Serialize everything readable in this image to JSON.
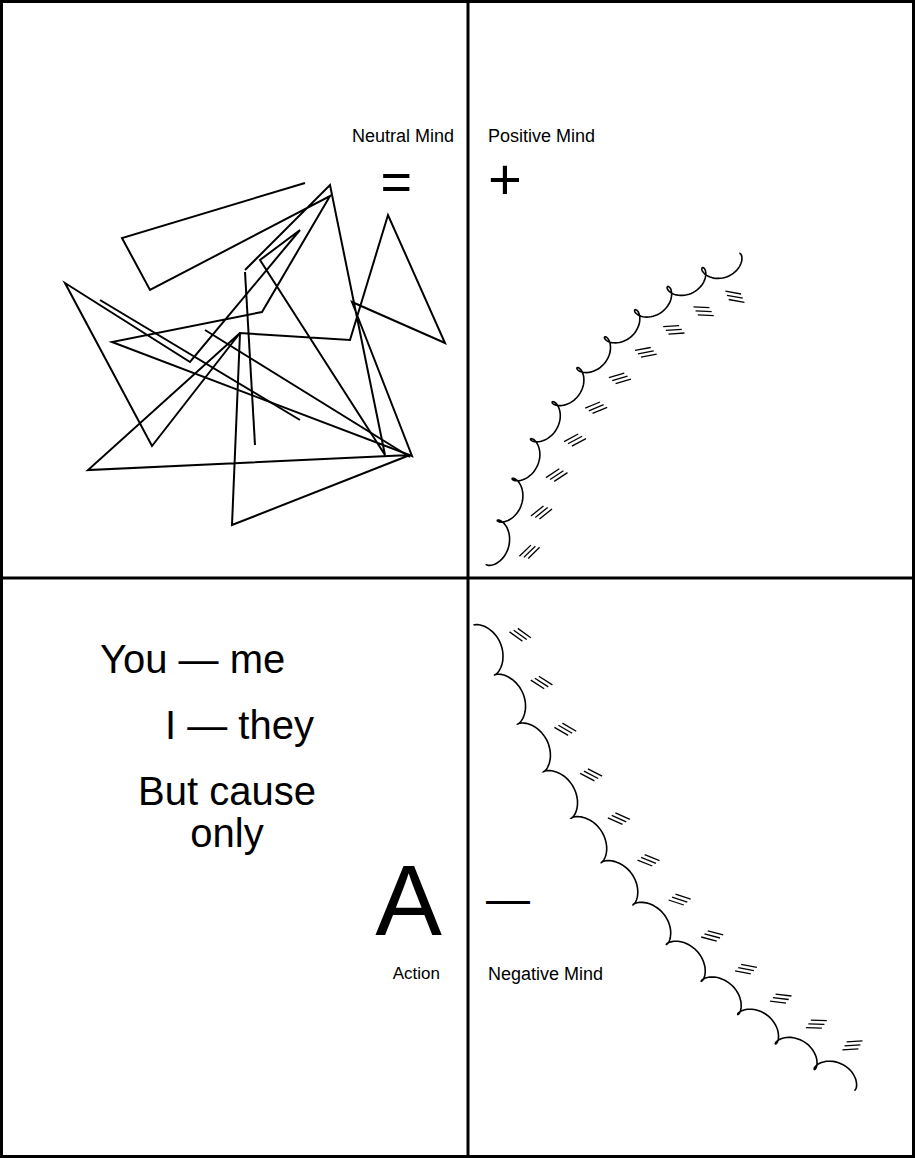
{
  "diagram": {
    "nodes": [
      {
        "text": [
          "Neutral Mind",
          "="
        ]
      },
      {
        "text": [
          "Positive Mind",
          "+"
        ]
      },
      {
        "text": [
          "You — me",
          "I — they",
          "But cause only",
          "A",
          "Action"
        ]
      },
      {
        "text": [
          "—",
          "Negative Mind"
        ]
      }
    ]
  }
}
